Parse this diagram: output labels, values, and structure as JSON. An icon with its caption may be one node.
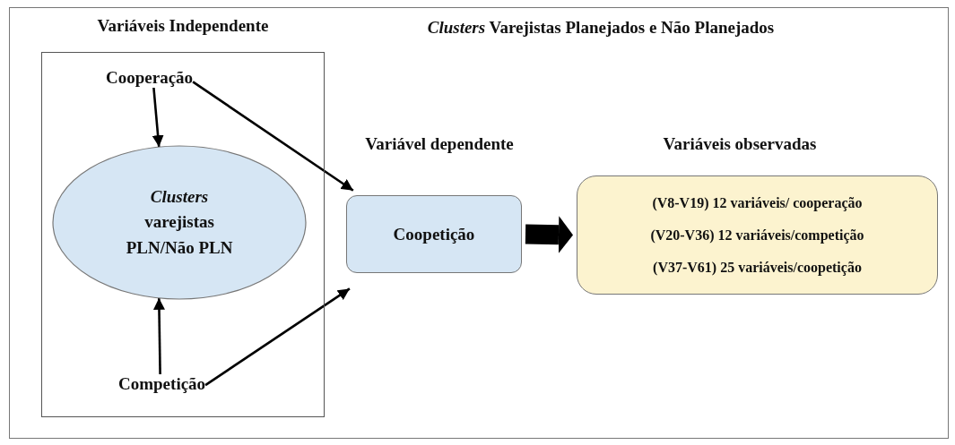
{
  "diagram": {
    "title": "*Clusters* Varejistas Planejados e Não Planejados",
    "nodes": [
      {
        "text": [
          "Variáveis Independente"
        ]
      },
      {
        "text": [
          "Cooperação"
        ],
        "in": 0
      },
      {
        "text": [
          "*Clusters* varejistas PLN/Não PLN"
        ],
        "in": 0
      },
      {
        "text": [
          "Competição"
        ],
        "in": 0
      },
      {
        "text": [
          "Variável dependente",
          "Coopetição"
        ]
      },
      {
        "text": [
          "Variáveis observadas",
          "(V8-V19) 12 variáveis/ cooperação",
          "(V20-V36) 12 variáveis/competição",
          "(V37-V61) 25 variáveis/coopetição"
        ]
      }
    ],
    "edges": [
      {
        "from": 1,
        "to": 2,
        "arrow": "to"
      },
      {
        "from": 1,
        "to": 4,
        "arrow": "to"
      },
      {
        "from": 3,
        "to": 2,
        "arrow": "to"
      },
      {
        "from": 3,
        "to": 4,
        "arrow": "to"
      },
      {
        "from": 4,
        "to": 5,
        "arrow": "to",
        "style": "thick"
      }
    ]
  }
}
